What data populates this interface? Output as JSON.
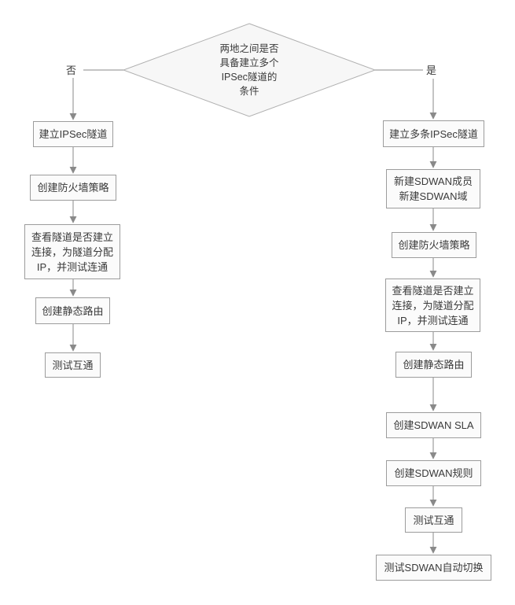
{
  "diagram": {
    "title": "IPSec / SDWAN setup decision flowchart",
    "decision": {
      "text": "两地之间是否\n具备建立多个\nIPSec隧道的\n条件"
    },
    "branches": {
      "no": {
        "label": "否",
        "steps": [
          "建立IPSec隧道",
          "创建防火墙策略",
          "查看隧道是否建立\n连接，为隧道分配\nIP，并测试连通",
          "创建静态路由",
          "测试互通"
        ]
      },
      "yes": {
        "label": "是",
        "steps": [
          "建立多条IPSec隧道",
          "新建SDWAN成员\n新建SDWAN域",
          "创建防火墙策略",
          "查看隧道是否建立\n连接，为隧道分配\nIP，并测试连通",
          "创建静态路由",
          "创建SDWAN SLA",
          "创建SDWAN规则",
          "测试互通",
          "测试SDWAN自动切换"
        ]
      }
    },
    "colors": {
      "background": "#ffffff",
      "box_fill": "#fbfbfb",
      "box_border": "#9c9c9c",
      "diamond_fill": "#f7f7f7",
      "diamond_border": "#b0b0b0",
      "connector": "#8a8a8a",
      "text": "#3a3a3a"
    }
  }
}
